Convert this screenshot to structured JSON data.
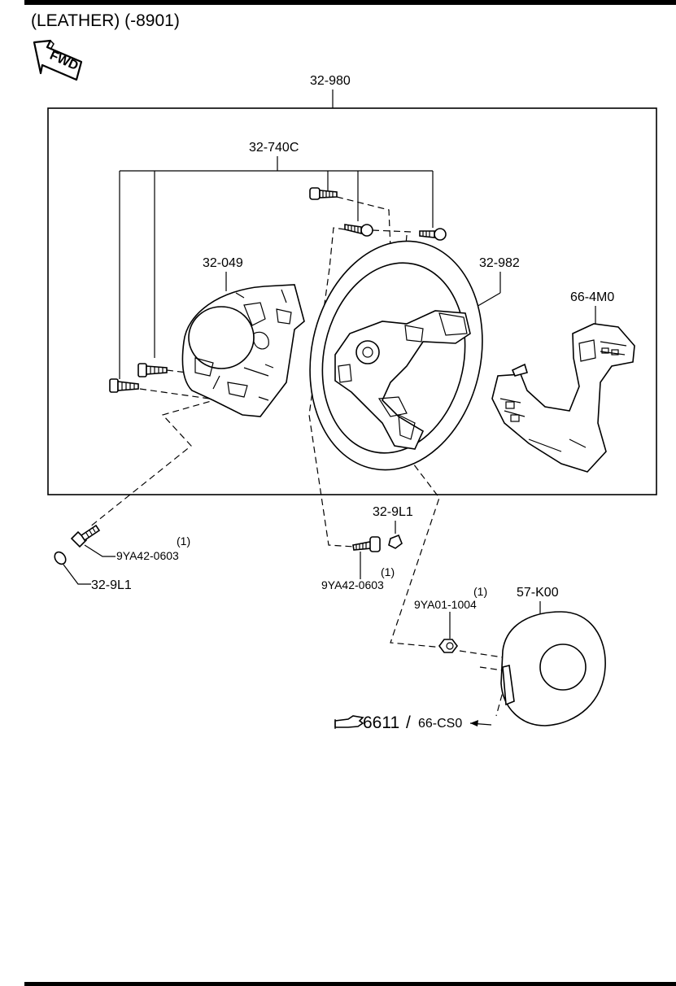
{
  "title": "(LEATHER) (-8901)",
  "fwd_label": "FWD",
  "parts": {
    "assembly": "32-980",
    "bolt_set": "32-740C",
    "back_cover": "32-049",
    "wheel": "32-982",
    "switch": "66-4M0",
    "cap_left": "32-9L1",
    "bolt_left": "9YA42-0603",
    "bolt_left_qty": "(1)",
    "cap_mid": "32-9L1",
    "bolt_mid": "9YA42-0603",
    "bolt_mid_qty": "(1)",
    "nut": "9YA01-1004",
    "nut_qty": "(1)",
    "airbag": "57-K00"
  },
  "reference": {
    "icon": "pointing-hand-icon",
    "main": "6611",
    "separator": "/",
    "sub": "66-CS0"
  }
}
